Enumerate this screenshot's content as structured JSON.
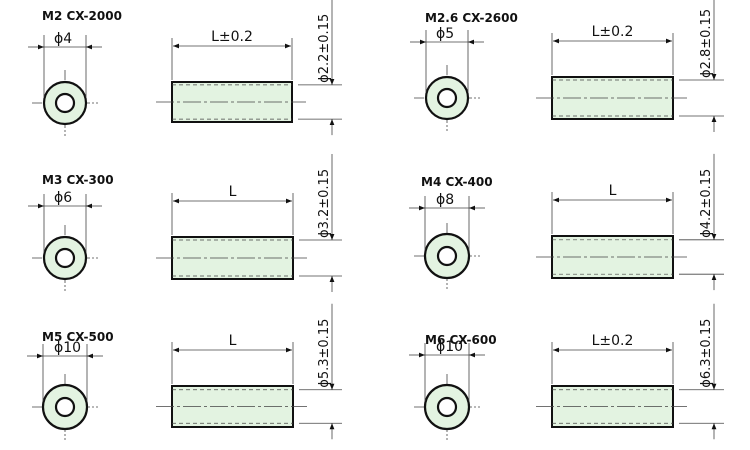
{
  "colors": {
    "body_fill": "#e3f3e1",
    "outline": "#111111",
    "thin_line": "#444444"
  },
  "parts": [
    {
      "title": "M2 CX-2000",
      "od_label": "ϕ4",
      "len_label": "L±0.2",
      "id_label": "ϕ2.2±0.15"
    },
    {
      "title": "M2.6 CX-2600",
      "od_label": "ϕ5",
      "len_label": "L±0.2",
      "id_label": "ϕ2.8±0.15"
    },
    {
      "title": "M3 CX-300",
      "od_label": "ϕ6",
      "len_label": "L",
      "id_label": "ϕ3.2±0.15"
    },
    {
      "title": "M4 CX-400",
      "od_label": "ϕ8",
      "len_label": "L",
      "id_label": "ϕ4.2±0.15"
    },
    {
      "title": "M5 CX-500",
      "od_label": "ϕ10",
      "len_label": "L",
      "id_label": "ϕ5.3±0.15"
    },
    {
      "title": "M6 CX-600",
      "od_label": "ϕ10",
      "len_label": "L±0.2",
      "id_label": "ϕ6.3±0.15"
    }
  ]
}
